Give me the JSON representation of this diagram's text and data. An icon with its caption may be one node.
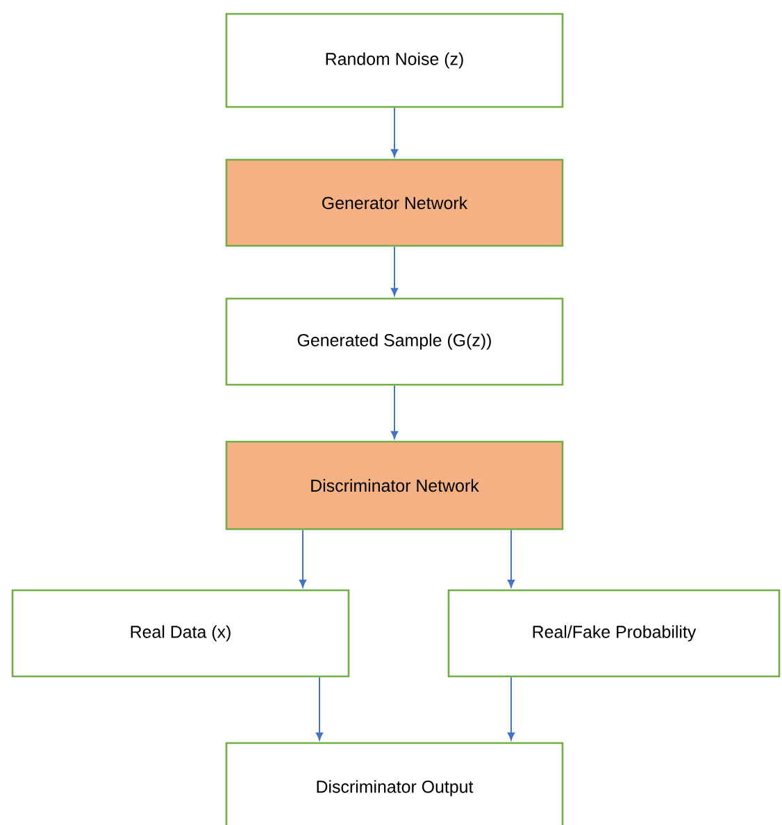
{
  "diagram": {
    "nodes": [
      {
        "text": [
          "Random Noise (z)"
        ]
      },
      {
        "text": [
          "Generator Network"
        ]
      },
      {
        "text": [
          "Generated Sample (G(z))"
        ]
      },
      {
        "text": [
          "Discriminator Network"
        ]
      },
      {
        "text": [
          "Real Data (x)"
        ]
      },
      {
        "text": [
          "Real/Fake Probability"
        ]
      },
      {
        "text": [
          "Discriminator Output"
        ]
      }
    ],
    "edges": [
      {
        "from": 0,
        "to": 1,
        "arrow": "to"
      },
      {
        "from": 1,
        "to": 2,
        "arrow": "to"
      },
      {
        "from": 2,
        "to": 3,
        "arrow": "to"
      },
      {
        "from": 3,
        "to": 4,
        "arrow": "to"
      },
      {
        "from": 3,
        "to": 5,
        "arrow": "to"
      },
      {
        "from": 4,
        "to": 6,
        "arrow": "to"
      },
      {
        "from": 5,
        "to": 6,
        "arrow": "to"
      }
    ]
  }
}
